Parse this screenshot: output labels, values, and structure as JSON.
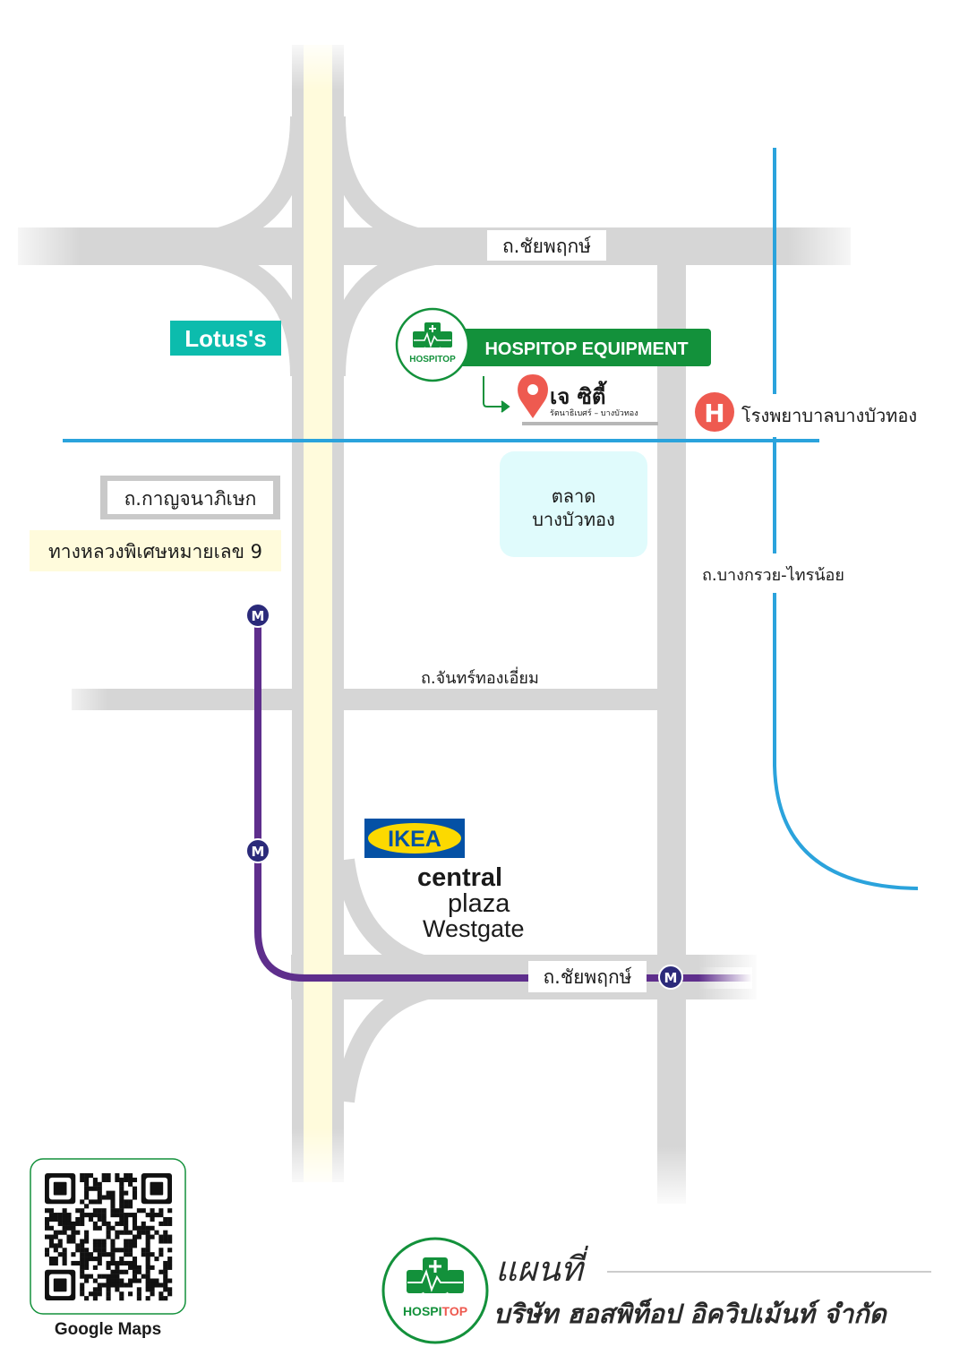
{
  "roads": {
    "chaiyaphruek_top": "ถ.ชัยพฤกษ์",
    "chaiyaphruek_bottom": "ถ.ชัยพฤกษ์",
    "kanchanaphisek": "ถ.กาญจนาภิเษก",
    "highway9": "ทางหลวงพิเศษหมายเลข 9",
    "bangkruai_sainoi": "ถ.บางกรวย-ไทรน้อย",
    "chanthongiam": "ถ.จันทร์ทองเอี่ยม"
  },
  "places": {
    "hospitop_badge": "HOSPITOP EQUIPMENT",
    "j_city_name": "เจ ซิตี้",
    "j_city_sub": "รัตนาธิเบศร์ – บางบัวทอง",
    "hospital_letter": "H",
    "hospital_name": "โรงพยาบาลบางบัวทอง",
    "market_line1": "ตลาด",
    "market_line2": "บางบัวทอง",
    "lotus": "Lotus's",
    "ikea": "IKEA",
    "central": "central",
    "plaza": "plaza",
    "westgate": "Westgate",
    "metro_letter": "M"
  },
  "logo": {
    "text": "HOSPITOP",
    "hos": "HOSPI",
    "top": "TOP"
  },
  "footer": {
    "map_word": "แผนที่",
    "company": "บริษัท ฮอสพิท็อป อิควิปเม้นท์ จำกัด",
    "qr_caption": "Google Maps"
  },
  "colors": {
    "road": "#d6d6d6",
    "highway": "#fffbdc",
    "canal": "#2ba3dc",
    "metro": "#5e2e8c",
    "green": "#13913b",
    "hospital": "#ee5a50",
    "market": "#e0fbfc",
    "lotus": "#0cbcad",
    "ikea_blue": "#0451a5",
    "ikea_yellow": "#fcd900"
  }
}
